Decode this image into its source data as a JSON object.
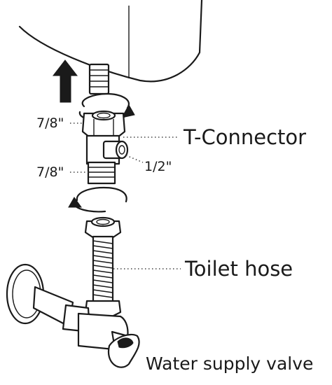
{
  "labels": {
    "t_connector": "T-Connector",
    "toilet_hose": "Toilet hose",
    "water_supply_valve": "Water supply valve",
    "top_thread_size": "7/8\"",
    "bottom_thread_size": "7/8\"",
    "side_outlet_size": "1/2\""
  },
  "icons": {
    "direction_arrow": "up-arrow-icon",
    "rotation": "rotate-arrow-icon"
  },
  "colors": {
    "ink": "#1a1a1a",
    "background": "#ffffff"
  }
}
